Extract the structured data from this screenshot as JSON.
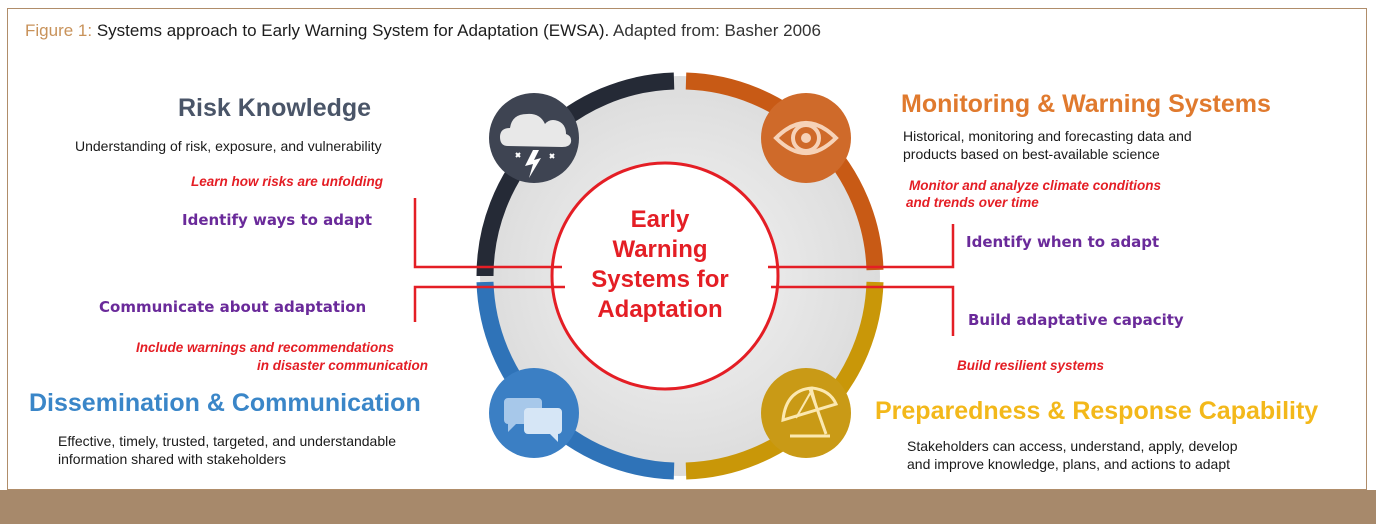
{
  "caption": {
    "figure_label": "Figure 1:",
    "title": "Systems approach to Early Warning System for Adaptation (EWSA).",
    "source": "Adapted from: Basher 2006"
  },
  "center": {
    "line1": "Early",
    "line2": "Warning",
    "line3": "Systems for",
    "line4": "Adaptation"
  },
  "quadrants": {
    "risk_knowledge": {
      "title": "Risk Knowledge",
      "description": "Understanding of risk, exposure, and vulnerability",
      "note": "Learn how risks are unfolding",
      "action": "Identify ways to adapt",
      "color": "#4a5568",
      "icon": "storm-cloud-icon"
    },
    "monitoring": {
      "title": "Monitoring & Warning Systems",
      "description_line1": "Historical, monitoring and forecasting data and",
      "description_line2": "products based on best-available science",
      "note_line1": "Monitor and analyze climate conditions",
      "note_line2": "and trends over time",
      "action": "Identify when to adapt",
      "color": "#e07a2e",
      "icon": "eye-icon"
    },
    "dissemination": {
      "title": "Dissemination & Communication",
      "description_line1": "Effective, timely, trusted, targeted, and  understandable",
      "description_line2": "information shared with stakeholders",
      "note_line1": "Include warnings and recommendations",
      "note_line2": "in disaster communication",
      "action": "Communicate about adaptation",
      "color": "#3a86c8",
      "icon": "chat-bubbles-icon"
    },
    "preparedness": {
      "title": "Preparedness & Response Capability",
      "description_line1": "Stakeholders can access, understand, apply, develop",
      "description_line2": "and improve knowledge, plans, and actions to adapt",
      "note": "Build resilient systems",
      "action": "Build adaptative capacity",
      "color": "#f3b81a",
      "icon": "umbrella-icon"
    }
  },
  "colors": {
    "ring_dark": "#252a36",
    "ring_orange": "#c85a15",
    "ring_blue": "#2f73b8",
    "ring_gold": "#c99708",
    "accent_red": "#e41e25",
    "action_purple": "#6a2a9a",
    "band": "#a7896b"
  }
}
